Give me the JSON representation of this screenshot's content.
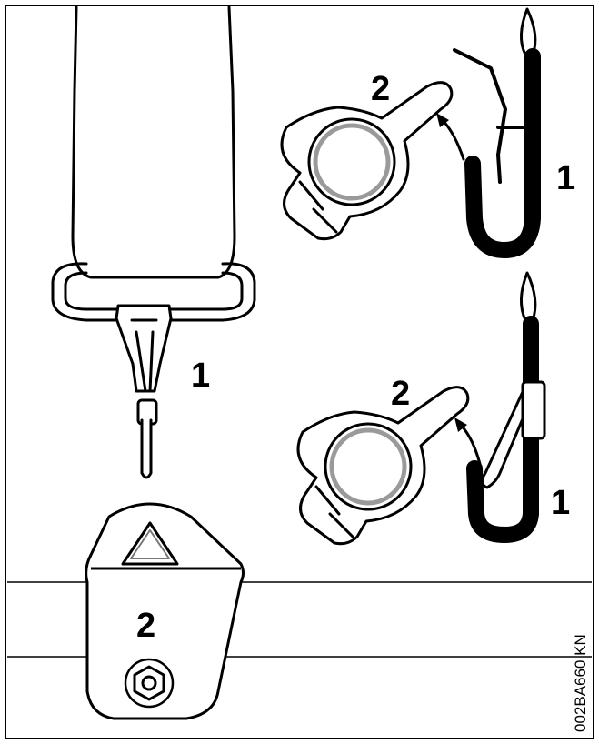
{
  "figure": {
    "code": "002BA660 KN",
    "left_assembly": {
      "hook_label": "1",
      "clip_label": "2"
    },
    "upper_right_assembly": {
      "clip_label": "2",
      "hook_label": "1"
    },
    "lower_right_assembly": {
      "clip_label": "2",
      "hook_label": "1"
    }
  },
  "colors": {
    "line": "#000000",
    "background": "#ffffff",
    "ring_gray": "#9a9a9a"
  }
}
